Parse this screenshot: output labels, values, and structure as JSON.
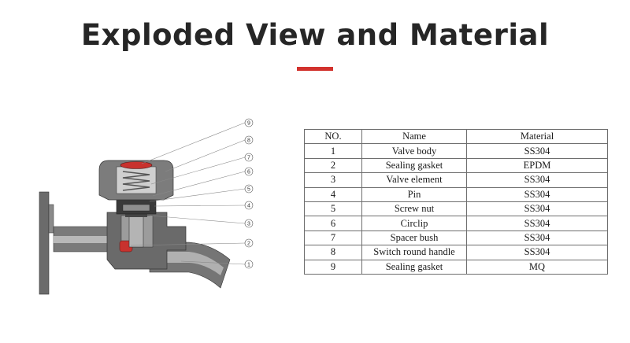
{
  "title": "Exploded View and Material",
  "colors": {
    "accent": "#d2322d",
    "gasket_red": "#c8322e",
    "body_gray": "#6a6a6a",
    "dark_gray": "#3a3a3a"
  },
  "diagram": {
    "callouts": [
      "9",
      "8",
      "7",
      "6",
      "5",
      "4",
      "3",
      "2",
      "1"
    ]
  },
  "table": {
    "headers": [
      "NO.",
      "Name",
      "Material"
    ],
    "rows": [
      [
        "1",
        "Valve body",
        "SS304"
      ],
      [
        "2",
        "Sealing gasket",
        "EPDM"
      ],
      [
        "3",
        "Valve element",
        "SS304"
      ],
      [
        "4",
        "Pin",
        "SS304"
      ],
      [
        "5",
        "Screw nut",
        "SS304"
      ],
      [
        "6",
        "Circlip",
        "SS304"
      ],
      [
        "7",
        "Spacer bush",
        "SS304"
      ],
      [
        "8",
        "Switch round handle",
        "SS304"
      ],
      [
        "9",
        "Sealing gasket",
        "MQ"
      ]
    ]
  }
}
